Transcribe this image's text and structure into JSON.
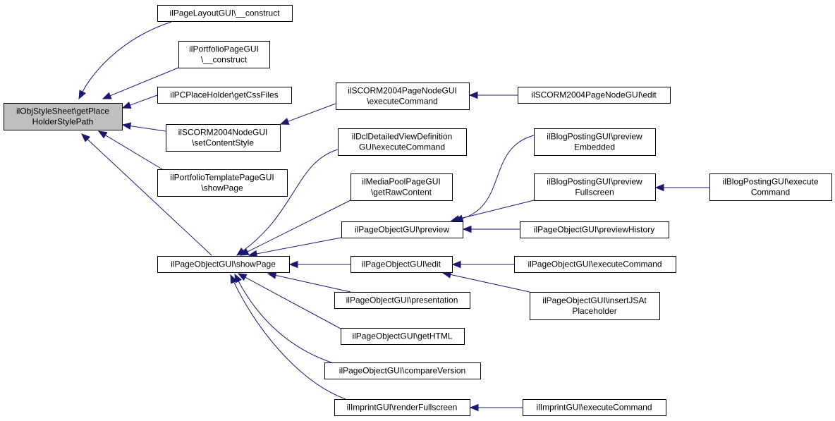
{
  "graph": {
    "colors": {
      "edge": "#191970",
      "root_fill": "#bfbfbf",
      "node_fill": "#ffffff"
    },
    "nodes": [
      {
        "id": "root",
        "lines": [
          "ilObjStyleSheet\\getPlace",
          "HolderStylePath"
        ],
        "root": true
      },
      {
        "id": "plg_construct",
        "lines": [
          "ilPageLayoutGUI\\__construct"
        ]
      },
      {
        "id": "ppg_construct",
        "lines": [
          "ilPortfolioPageGUI",
          "\\__construct"
        ]
      },
      {
        "id": "pcph_getcss",
        "lines": [
          "ilPCPlaceHolder\\getCssFiles"
        ]
      },
      {
        "id": "scorm_node_setcontent",
        "lines": [
          "ilSCORM2004NodeGUI",
          "\\setContentStyle"
        ]
      },
      {
        "id": "ptpg_showpage",
        "lines": [
          "ilPortfolioTemplatePageGUI",
          "\\showPage"
        ]
      },
      {
        "id": "pog_showpage",
        "lines": [
          "ilPageObjectGUI\\showPage"
        ]
      },
      {
        "id": "scorm_pagenode_exec",
        "lines": [
          "ilSCORM2004PageNodeGUI",
          "\\executeCommand"
        ]
      },
      {
        "id": "scorm_pagenode_edit",
        "lines": [
          "ilSCORM2004PageNodeGUI\\edit"
        ]
      },
      {
        "id": "dcl_exec",
        "lines": [
          "ilDclDetailedViewDefinition",
          "GUI\\executeCommand"
        ]
      },
      {
        "id": "mp_getraw",
        "lines": [
          "ilMediaPoolPageGUI",
          "\\getRawContent"
        ]
      },
      {
        "id": "pog_preview",
        "lines": [
          "ilPageObjectGUI\\preview"
        ]
      },
      {
        "id": "pog_edit",
        "lines": [
          "ilPageObjectGUI\\edit"
        ]
      },
      {
        "id": "pog_presentation",
        "lines": [
          "ilPageObjectGUI\\presentation"
        ]
      },
      {
        "id": "pog_gethtml",
        "lines": [
          "ilPageObjectGUI\\getHTML"
        ]
      },
      {
        "id": "pog_compare",
        "lines": [
          "ilPageObjectGUI\\compareVersion"
        ]
      },
      {
        "id": "imprint_render",
        "lines": [
          "ilImprintGUI\\renderFullscreen"
        ]
      },
      {
        "id": "blog_prev_emb",
        "lines": [
          "ilBlogPostingGUI\\preview",
          "Embedded"
        ]
      },
      {
        "id": "blog_prev_full",
        "lines": [
          "ilBlogPostingGUI\\preview",
          "Fullscreen"
        ]
      },
      {
        "id": "blog_exec",
        "lines": [
          "ilBlogPostingGUI\\execute",
          "Command"
        ]
      },
      {
        "id": "pog_prevhist",
        "lines": [
          "ilPageObjectGUI\\previewHistory"
        ]
      },
      {
        "id": "pog_exec",
        "lines": [
          "ilPageObjectGUI\\executeCommand"
        ]
      },
      {
        "id": "pog_insertjs",
        "lines": [
          "ilPageObjectGUI\\insertJSAt",
          "Placeholder"
        ]
      },
      {
        "id": "imprint_exec",
        "lines": [
          "ilImprintGUI\\executeCommand"
        ]
      }
    ],
    "edges": [
      {
        "from": "plg_construct",
        "to": "root"
      },
      {
        "from": "ppg_construct",
        "to": "root"
      },
      {
        "from": "pcph_getcss",
        "to": "root"
      },
      {
        "from": "scorm_node_setcontent",
        "to": "root"
      },
      {
        "from": "ptpg_showpage",
        "to": "root"
      },
      {
        "from": "pog_showpage",
        "to": "root"
      },
      {
        "from": "scorm_pagenode_exec",
        "to": "scorm_node_setcontent"
      },
      {
        "from": "scorm_pagenode_edit",
        "to": "scorm_pagenode_exec"
      },
      {
        "from": "dcl_exec",
        "to": "pog_showpage"
      },
      {
        "from": "mp_getraw",
        "to": "pog_showpage"
      },
      {
        "from": "pog_preview",
        "to": "pog_showpage"
      },
      {
        "from": "pog_edit",
        "to": "pog_showpage"
      },
      {
        "from": "pog_presentation",
        "to": "pog_showpage"
      },
      {
        "from": "pog_gethtml",
        "to": "pog_showpage"
      },
      {
        "from": "pog_compare",
        "to": "pog_showpage"
      },
      {
        "from": "imprint_render",
        "to": "pog_showpage"
      },
      {
        "from": "blog_prev_emb",
        "to": "pog_preview"
      },
      {
        "from": "blog_prev_full",
        "to": "pog_preview"
      },
      {
        "from": "pog_prevhist",
        "to": "pog_preview"
      },
      {
        "from": "blog_exec",
        "to": "blog_prev_full"
      },
      {
        "from": "pog_exec",
        "to": "pog_edit"
      },
      {
        "from": "pog_insertjs",
        "to": "pog_edit"
      },
      {
        "from": "imprint_exec",
        "to": "imprint_render"
      }
    ]
  }
}
